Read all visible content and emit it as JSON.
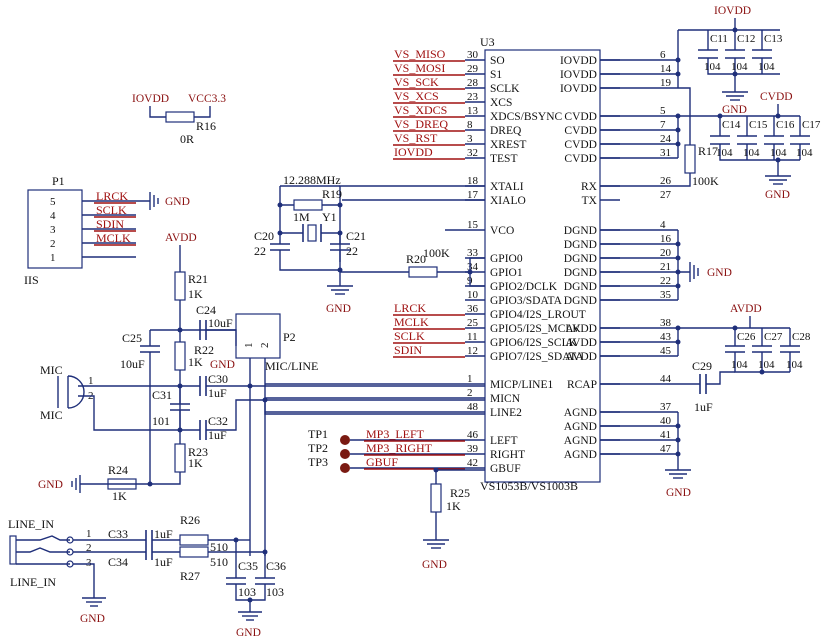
{
  "chip": {
    "ref": "U3",
    "part": "VS1053B/VS1003B",
    "left_pins": [
      {
        "net": "VS_MISO",
        "num": "30",
        "name": "SO"
      },
      {
        "net": "VS_MOSI",
        "num": "29",
        "name": "S1"
      },
      {
        "net": "VS_SCK",
        "num": "28",
        "name": "SCLK"
      },
      {
        "net": "VS_XCS",
        "num": "23",
        "name": "XCS"
      },
      {
        "net": "VS_XDCS",
        "num": "13",
        "name": "XDCS/BSYNC"
      },
      {
        "net": "VS_DREQ",
        "num": "8",
        "name": "DREQ"
      },
      {
        "net": "VS_RST",
        "num": "3",
        "name": "XREST"
      },
      {
        "net": "IOVDD",
        "num": "32",
        "name": "TEST"
      },
      {
        "net": "",
        "num": "18",
        "name": "XTALI"
      },
      {
        "net": "",
        "num": "17",
        "name": "XIALO"
      },
      {
        "net": "",
        "num": "15",
        "name": "VCO"
      },
      {
        "net": "",
        "num": "33",
        "name": "GPIO0"
      },
      {
        "net": "",
        "num": "34",
        "name": "GPIO1"
      },
      {
        "net": "",
        "num": "9",
        "name": "GPIO2/DCLK"
      },
      {
        "net": "",
        "num": "10",
        "name": "GPIO3/SDATA"
      },
      {
        "net": "LRCK",
        "num": "36",
        "name": "GPIO4/I2S_LROUT"
      },
      {
        "net": "MCLK",
        "num": "25",
        "name": "GPIO5/I2S_MCLK"
      },
      {
        "net": "SCLK",
        "num": "11",
        "name": "GPIO6/I2S_SCLK"
      },
      {
        "net": "SDIN",
        "num": "12",
        "name": "GPIO7/I2S_SDATA"
      },
      {
        "net": "",
        "num": "1",
        "name": "MICP/LINE1"
      },
      {
        "net": "",
        "num": "2",
        "name": "MICN"
      },
      {
        "net": "",
        "num": "48",
        "name": "LINE2"
      },
      {
        "net": "MP3_LEFT",
        "num": "46",
        "name": "LEFT"
      },
      {
        "net": "MP3_RIGHT",
        "num": "39",
        "name": "RIGHT"
      },
      {
        "net": "GBUF",
        "num": "42",
        "name": "GBUF"
      }
    ],
    "right_pins": [
      {
        "num": "6",
        "name": "IOVDD"
      },
      {
        "num": "14",
        "name": "IOVDD"
      },
      {
        "num": "19",
        "name": "IOVDD"
      },
      {
        "num": "5",
        "name": "CVDD"
      },
      {
        "num": "7",
        "name": "CVDD"
      },
      {
        "num": "24",
        "name": "CVDD"
      },
      {
        "num": "31",
        "name": "CVDD"
      },
      {
        "num": "26",
        "name": "RX"
      },
      {
        "num": "27",
        "name": "TX"
      },
      {
        "num": "4",
        "name": "DGND"
      },
      {
        "num": "16",
        "name": "DGND"
      },
      {
        "num": "20",
        "name": "DGND"
      },
      {
        "num": "21",
        "name": "DGND"
      },
      {
        "num": "22",
        "name": "DGND"
      },
      {
        "num": "35",
        "name": "DGND"
      },
      {
        "num": "38",
        "name": "AVDD"
      },
      {
        "num": "43",
        "name": "AVDD"
      },
      {
        "num": "45",
        "name": "AVDD"
      },
      {
        "num": "44",
        "name": "RCAP"
      },
      {
        "num": "37",
        "name": "AGND"
      },
      {
        "num": "40",
        "name": "AGND"
      },
      {
        "num": "41",
        "name": "AGND"
      },
      {
        "num": "47",
        "name": "AGND"
      }
    ]
  },
  "power": {
    "iovdd": "IOVDD",
    "cvdd": "CVDD",
    "avdd": "AVDD",
    "vcc": "VCC3.3",
    "gnd": "GND"
  },
  "iovdd_caps": {
    "refs": [
      "C11",
      "C12",
      "C13"
    ],
    "values": [
      "104",
      "104",
      "104"
    ]
  },
  "cvdd_caps": {
    "refs": [
      "C14",
      "C15",
      "C16",
      "C17"
    ],
    "values": [
      "104",
      "104",
      "104",
      "104"
    ]
  },
  "avdd_caps": {
    "refs": [
      "C26",
      "C27",
      "C28"
    ],
    "values": [
      "104",
      "104",
      "104"
    ]
  },
  "r17": {
    "ref": "R17",
    "value": "100K"
  },
  "c29": {
    "ref": "C29",
    "value": "1uF"
  },
  "r16": {
    "ref": "R16",
    "value": "0R"
  },
  "i2s_header": {
    "ref": "P1",
    "type": "IIS",
    "pins": [
      {
        "num": "5",
        "net": "LRCK"
      },
      {
        "num": "4",
        "net": "SCLK"
      },
      {
        "num": "3",
        "net": "SDIN"
      },
      {
        "num": "2",
        "net": "MCLK"
      },
      {
        "num": "1",
        "net": ""
      }
    ]
  },
  "crystal": {
    "freq": "12.288MHz",
    "r19": "R19",
    "r19_value": "1M",
    "ref": "Y1",
    "c20": "C20",
    "c20_value": "22",
    "c21": "C21",
    "c21_value": "22"
  },
  "r20": {
    "ref": "R20",
    "value": "100K"
  },
  "mic_section": {
    "r21": "R21",
    "r21_value": "1K",
    "r22": "R22",
    "r22_value": "1K",
    "r23": "R23",
    "r23_value": "1K",
    "r24": "R24",
    "r24_value": "1K",
    "c24": "C24",
    "c24_value": "10uF",
    "c25": "C25",
    "c25_value": "10uF",
    "c30": "C30",
    "c30_value": "1uF",
    "c31": "C31",
    "c31_value": "101",
    "c32": "C32",
    "c32_value": "1uF",
    "jumper_ref": "P2",
    "jumper_label": "MIC/LINE",
    "jumper_pins": [
      "1",
      "2"
    ],
    "mic_label": "MIC",
    "mic_ref": "MIC",
    "mic_pins": [
      "1",
      "2"
    ]
  },
  "line_in": {
    "label": "LINE_IN",
    "ref": "LINE_IN",
    "pins": [
      "1",
      "2",
      "3"
    ],
    "c33": "C33",
    "c33_value": "1uF",
    "c34": "C34",
    "c34_value": "1uF",
    "r26": "R26",
    "r26_value": "510",
    "r27": "R27",
    "r27_value": "510",
    "c35": "C35",
    "c35_value": "103",
    "c36": "C36",
    "c36_value": "103"
  },
  "test_points": [
    {
      "ref": "TP1",
      "net": "MP3_LEFT"
    },
    {
      "ref": "TP2",
      "net": "MP3_RIGHT"
    },
    {
      "ref": "TP3",
      "net": "GBUF"
    }
  ],
  "r25": {
    "ref": "R25",
    "value": "1K"
  }
}
